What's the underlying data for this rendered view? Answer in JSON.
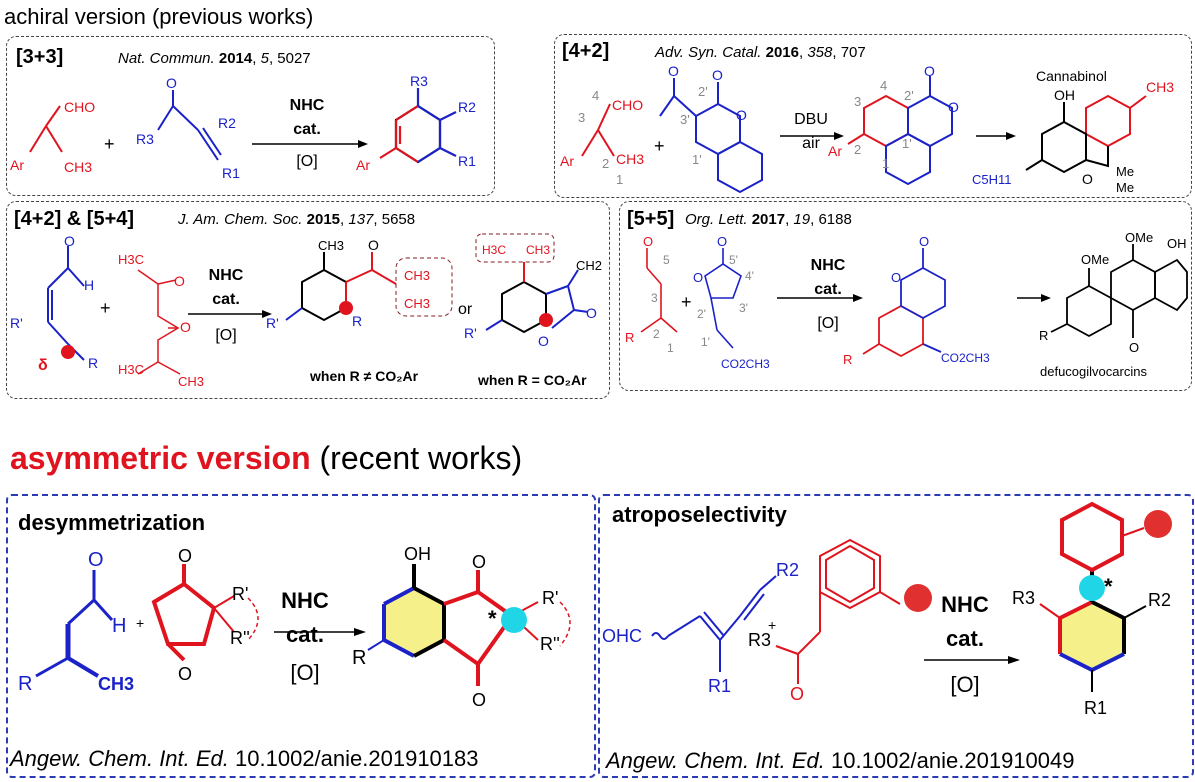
{
  "top_heading": "achiral version (previous works)",
  "panels": [
    {
      "tag": "[3+3]",
      "ref": {
        "journal": "Nat. Commun.",
        "year": "2014",
        "vol": "5",
        "page": "5027"
      },
      "conditions": [
        "NHC",
        "cat.",
        "[O]"
      ]
    },
    {
      "tag": "[4+2]",
      "ref": {
        "journal": "Adv. Syn. Catal.",
        "year": "2016",
        "vol": "358",
        "page": "707"
      },
      "conditions": [
        "DBU",
        "air"
      ],
      "product_label": "Cannabinol"
    },
    {
      "tag": "[4+2] & [5+4]",
      "ref": {
        "journal": "J. Am. Chem. Soc.",
        "year": "2015",
        "vol": "137",
        "page": "5658"
      },
      "conditions": [
        "NHC",
        "cat.",
        "[O]"
      ],
      "or": "or",
      "note1": "when R ≠ CO₂Ar",
      "note2": "when R = CO₂Ar",
      "delta": "δ"
    },
    {
      "tag": "[5+5]",
      "ref": {
        "journal": "Org. Lett.",
        "year": "2017",
        "vol": "19",
        "page": "6188"
      },
      "conditions": [
        "NHC",
        "cat.",
        "[O]"
      ],
      "product_label": "defucogilvocarcins"
    }
  ],
  "asym_heading": {
    "red": "asymmetric version",
    "black": " (recent works)"
  },
  "asym_panels": [
    {
      "title": "desymmetrization",
      "conditions": [
        "NHC",
        "cat.",
        "[O]"
      ],
      "ref": {
        "journal": "Angew. Chem. Int. Ed.",
        "doi": "10.1002/anie.201910183"
      }
    },
    {
      "title": "atroposelectivity",
      "conditions": [
        "NHC",
        "cat.",
        "[O]"
      ],
      "ref": {
        "journal": "Angew. Chem. Int. Ed.",
        "doi": "10.1002/anie.201910049"
      }
    }
  ],
  "atoms": {
    "cho": "CHO",
    "ohc": "OHC",
    "ar": "Ar",
    "ch3": "CH3",
    "r": "R",
    "rp": "R'",
    "rpp": "R''",
    "o": "O",
    "oh": "OH",
    "ome": "OMe",
    "h": "H",
    "me": "Me",
    "c5h11": "C5H11",
    "co2ch3": "CO2CH3",
    "r1": "R1",
    "r2": "R2",
    "r3": "R3",
    "h3c": "H3C",
    "ch2": "CH2"
  },
  "colors": {
    "red": "#e0141e",
    "blue": "#1a22c8",
    "gray": "#888888",
    "cyan": "#20d6e6",
    "yellow": "#f6f08a",
    "dash": "#2b3bb3"
  }
}
